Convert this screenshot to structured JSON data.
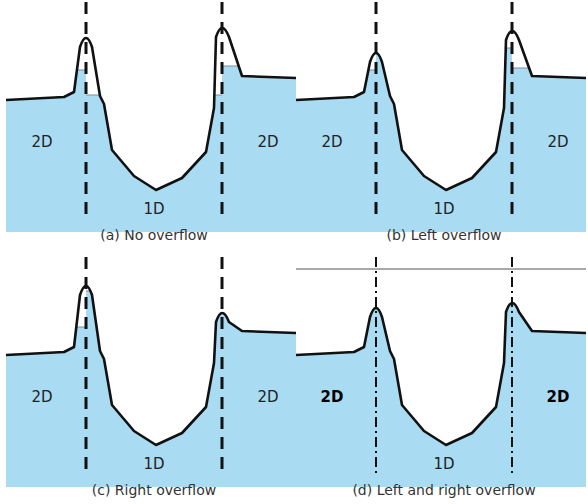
{
  "diagram": {
    "labels": [
      "2D",
      "1D",
      "2D",
      "(a) No overflow",
      "2D",
      "1D",
      "2D",
      "(b) Left overflow",
      "2D",
      "1D",
      "2D",
      "(c) Right overflow",
      "2D",
      "1D",
      "2D",
      "(d) Left and right overflow"
    ]
  }
}
